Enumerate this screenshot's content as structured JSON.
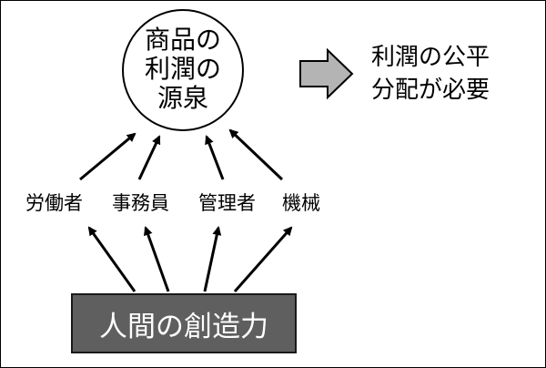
{
  "source": {
    "lines": [
      "商品の",
      "利潤の",
      "源泉"
    ]
  },
  "result": {
    "lines": [
      "利潤の公平",
      "分配が必要"
    ]
  },
  "factors": [
    "労働者",
    "事務員",
    "管理者",
    "機械"
  ],
  "base": {
    "label": "人間の創造力"
  },
  "colors": {
    "box_fill": "#5f5f5f",
    "box_text": "#ffffff",
    "big_arrow": "#b4b4b4",
    "line": "#000000"
  }
}
